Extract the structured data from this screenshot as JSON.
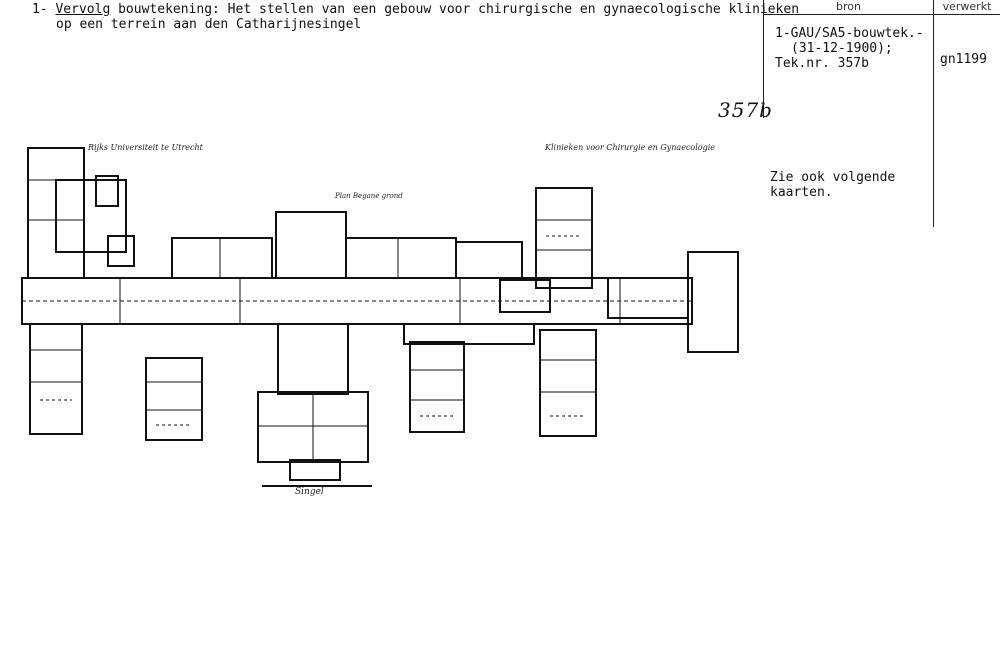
{
  "description": {
    "prefix": "1- ",
    "underlined": "Vervolg",
    "line1_rest": " bouwtekening: Het stellen van een gebouw voor chirurgische en gynaecologische klinieken",
    "line2": "op een terrein aan den Catharijnesingel"
  },
  "header": {
    "bron": "bron",
    "verwerkt": "verwerkt"
  },
  "bron": {
    "lines": [
      "1-GAU/SA5-bouwtek.-",
      "(31-12-1900);",
      "Tek.nr. 357b"
    ]
  },
  "verwerkt": {
    "code": "gn1199"
  },
  "note": {
    "lines": [
      "Zie ook volgende",
      "kaarten."
    ]
  },
  "handwritten_number": "357b",
  "plan_labels": {
    "left": "Rijks Universiteit te Utrecht",
    "right": "Klinieken voor Chirurgie en Gynaecologie",
    "ground": "Plan Begane grond",
    "bottom": "Singel"
  }
}
